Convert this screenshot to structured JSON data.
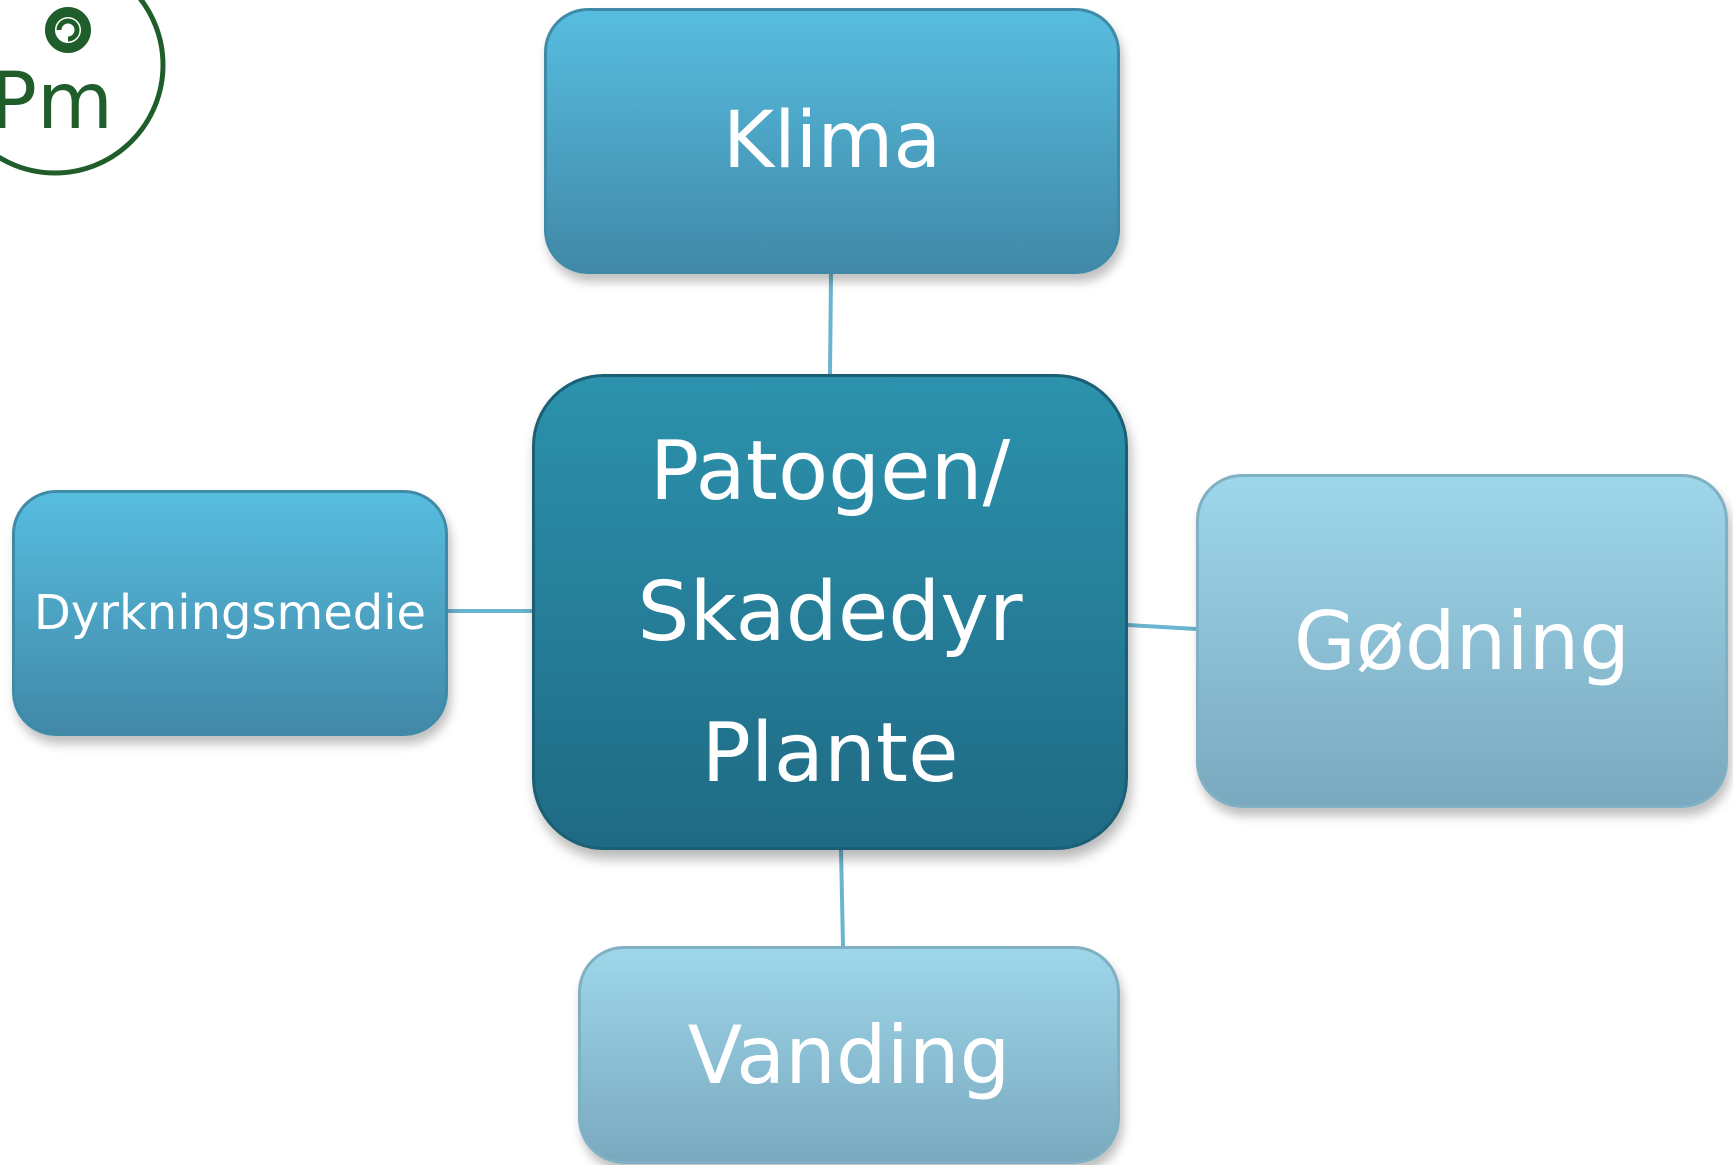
{
  "diagram": {
    "center": {
      "lines": [
        "Patogen/",
        "Skadedyr",
        "Plante"
      ]
    },
    "top": {
      "label": "Klima"
    },
    "left": {
      "label": "Dyrkningsmedie"
    },
    "right": {
      "label": "Gødning"
    },
    "bottom": {
      "label": "Vanding"
    }
  },
  "logo": {
    "text": "Pm",
    "icon": "spiral-logo-icon",
    "color": "#1f5e2a"
  },
  "colors": {
    "connector": "#6ab4cf",
    "dark_top": "#2c92ad",
    "dark_bottom": "#1f6a84",
    "mid_top": "#57bddf",
    "mid_bottom": "#4188a8",
    "light_top": "#9ed6ea",
    "light_bottom": "#7aa9bf"
  }
}
